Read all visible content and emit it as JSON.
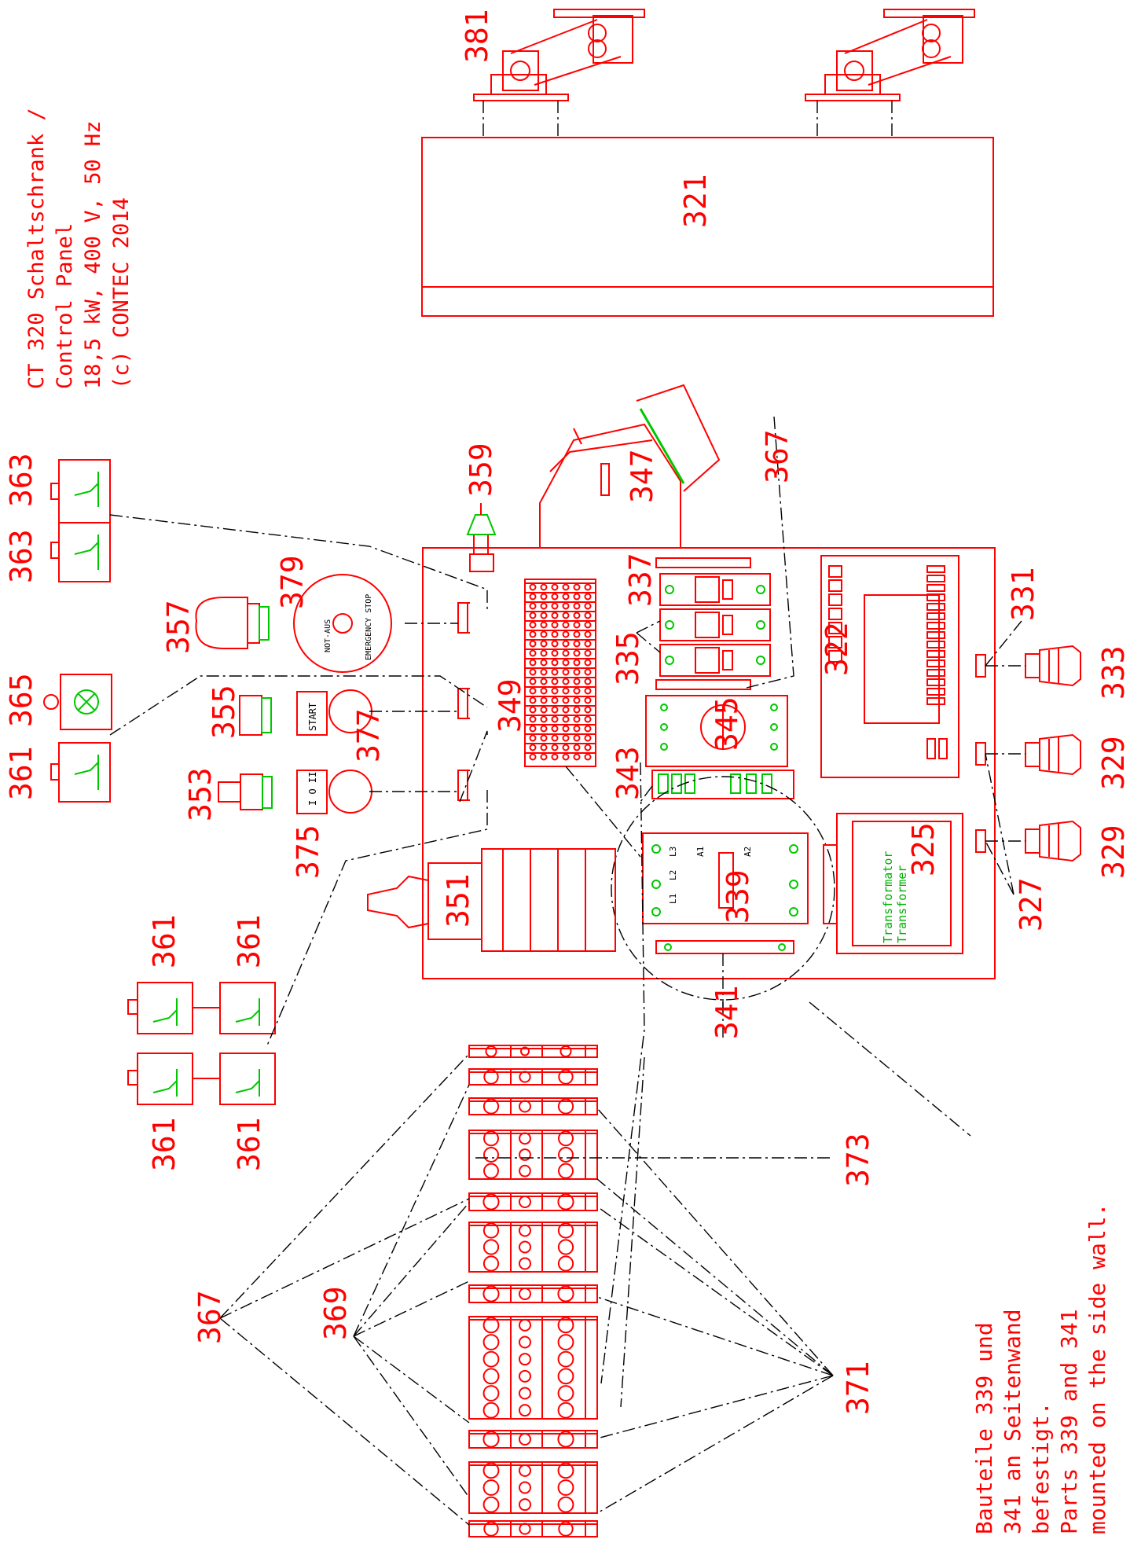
{
  "title_block": {
    "line1": "CT 320 Schaltschrank /",
    "line2": "Control Panel",
    "line3": "18,5 kW, 400 V, 50 Hz",
    "line4": "(c) CONTEC 2014"
  },
  "note": {
    "line1": "Bauteile 339 und",
    "line2": "341 an Seitenwand",
    "line3": "befestigt.",
    "line4": "Parts 339 and 341",
    "line5": "mounted on the side wall."
  },
  "component_labels": {
    "transformer_de": "Transformator",
    "transformer_en": "Transformer",
    "start": "START",
    "i_o_ii": "I O II",
    "not_aus": "NOT-AUS",
    "emergency_stop": "EMERGENCY STOP",
    "l1": "L1",
    "l2": "L2",
    "l3": "L3",
    "a1": "A1",
    "a2": "A2"
  },
  "part_numbers": {
    "p321": "321",
    "p322": "322",
    "p325": "325",
    "p327": "327",
    "p329a": "329",
    "p329b": "329",
    "p331": "331",
    "p333": "333",
    "p335": "335",
    "p337": "337",
    "p339": "339",
    "p341": "341",
    "p343": "343",
    "p345": "345",
    "p347": "347",
    "p349": "349",
    "p351": "351",
    "p353": "353",
    "p355": "355",
    "p357": "357",
    "p359": "359",
    "p361a": "361",
    "p361b": "361",
    "p361c": "361",
    "p361d": "361",
    "p361e": "361",
    "p363a": "363",
    "p363b": "363",
    "p365": "365",
    "p367a": "367",
    "p367b": "367",
    "p369": "369",
    "p371": "371",
    "p373": "373",
    "p375": "375",
    "p377": "377",
    "p379": "379",
    "p381": "381"
  },
  "colors": {
    "drawing": "#ff0000",
    "highlight": "#00c800",
    "leader": "#000000",
    "background": "#ffffff"
  }
}
